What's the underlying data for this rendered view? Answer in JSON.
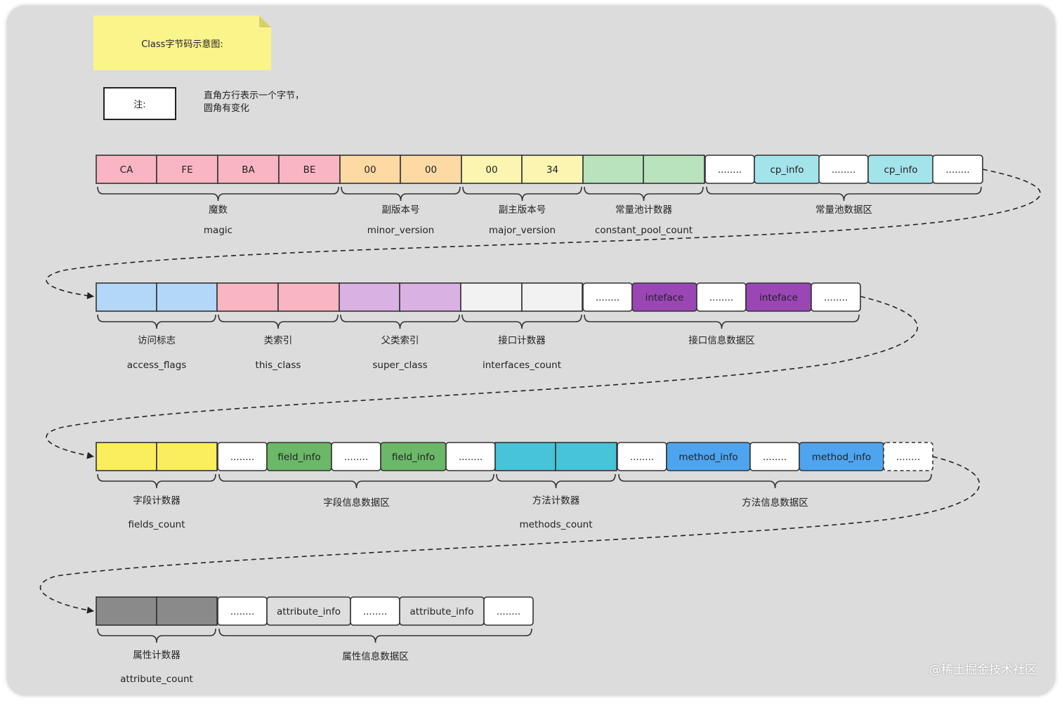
{
  "sticky_note": "Class字节码示意图:",
  "legend": {
    "box_label": "注:",
    "text": "直角方行表示一个字节，圆角有变化"
  },
  "watermark": "@稀土掘金技术社区",
  "colors": {
    "background": "#dcdcdc",
    "magic": "#f9b6c2",
    "minor": "#fdd9a4",
    "major": "#fcf5b2",
    "cp_count": "#b9e3bd",
    "cp_info": "#a3e3ea",
    "access": "#b3d7f7",
    "this_class": "#f9b6c2",
    "super_class": "#d9b2e3",
    "if_count": "#f2f2f2",
    "interface": "#9a46b5",
    "fields_count": "#fbee5e",
    "field_info": "#6ab868",
    "methods_count": "#47c4d7",
    "method_info": "#4ea4ee",
    "attr_count": "#8a8a8a",
    "attribute_info": "#dedede",
    "blank": "#ffffff"
  },
  "rows": [
    {
      "cells": [
        {
          "text": "CA",
          "color": "magic"
        },
        {
          "text": "FE",
          "color": "magic"
        },
        {
          "text": "BA",
          "color": "magic"
        },
        {
          "text": "BE",
          "color": "magic"
        },
        {
          "text": "00",
          "color": "minor"
        },
        {
          "text": "00",
          "color": "minor"
        },
        {
          "text": "00",
          "color": "major"
        },
        {
          "text": "34",
          "color": "major"
        },
        {
          "text": "",
          "color": "cp_count"
        },
        {
          "text": "",
          "color": "cp_count"
        },
        {
          "text": "........",
          "color": "blank",
          "round": true
        },
        {
          "text": "cp_info",
          "color": "cp_info",
          "round": true
        },
        {
          "text": "........",
          "color": "blank",
          "round": true
        },
        {
          "text": "cp_info",
          "color": "cp_info",
          "round": true
        },
        {
          "text": "........",
          "color": "blank",
          "round": true
        }
      ],
      "groups": [
        {
          "name": "魔数",
          "field": "magic"
        },
        {
          "name": "副版本号",
          "field": "minor_version"
        },
        {
          "name": "副主版本号",
          "field": "major_version"
        },
        {
          "name": "常量池计数器",
          "field": "constant_pool_count"
        },
        {
          "name": "常量池数据区",
          "field": ""
        }
      ]
    },
    {
      "cells": [
        {
          "text": "",
          "color": "access"
        },
        {
          "text": "",
          "color": "access"
        },
        {
          "text": "",
          "color": "this_class"
        },
        {
          "text": "",
          "color": "this_class"
        },
        {
          "text": "",
          "color": "super_class"
        },
        {
          "text": "",
          "color": "super_class"
        },
        {
          "text": "",
          "color": "if_count"
        },
        {
          "text": "",
          "color": "if_count"
        },
        {
          "text": "........",
          "color": "blank",
          "round": true
        },
        {
          "text": "inteface",
          "color": "interface",
          "round": true
        },
        {
          "text": "........",
          "color": "blank",
          "round": true
        },
        {
          "text": "inteface",
          "color": "interface",
          "round": true
        },
        {
          "text": "........",
          "color": "blank",
          "round": true
        }
      ],
      "groups": [
        {
          "name": "访问标志",
          "field": "access_flags"
        },
        {
          "name": "类索引",
          "field": "this_class"
        },
        {
          "name": "父类索引",
          "field": "super_class"
        },
        {
          "name": "接口计数器",
          "field": "interfaces_count"
        },
        {
          "name": "接口信息数据区",
          "field": ""
        }
      ]
    },
    {
      "cells": [
        {
          "text": "",
          "color": "fields_count"
        },
        {
          "text": "",
          "color": "fields_count"
        },
        {
          "text": "........",
          "color": "blank",
          "round": true
        },
        {
          "text": "field_info",
          "color": "field_info",
          "round": true
        },
        {
          "text": "........",
          "color": "blank",
          "round": true
        },
        {
          "text": "field_info",
          "color": "field_info",
          "round": true
        },
        {
          "text": "........",
          "color": "blank",
          "round": true
        },
        {
          "text": "",
          "color": "methods_count"
        },
        {
          "text": "",
          "color": "methods_count"
        },
        {
          "text": "........",
          "color": "blank",
          "round": true
        },
        {
          "text": "method_info",
          "color": "method_info",
          "round": true
        },
        {
          "text": "........",
          "color": "blank",
          "round": true
        },
        {
          "text": "method_info",
          "color": "method_info",
          "round": true
        },
        {
          "text": "........",
          "color": "blank",
          "round": true,
          "dashed": true
        }
      ],
      "groups": [
        {
          "name": "字段计数器",
          "field": "fields_count"
        },
        {
          "name": "字段信息数据区",
          "field": ""
        },
        {
          "name": "方法计数器",
          "field": "methods_count"
        },
        {
          "name": "方法信息数据区",
          "field": ""
        }
      ]
    },
    {
      "cells": [
        {
          "text": "",
          "color": "attr_count"
        },
        {
          "text": "",
          "color": "attr_count"
        },
        {
          "text": "........",
          "color": "blank",
          "round": true
        },
        {
          "text": "attribute_info",
          "color": "attribute_info",
          "round": true
        },
        {
          "text": "........",
          "color": "blank",
          "round": true
        },
        {
          "text": "attribute_info",
          "color": "attribute_info",
          "round": true
        },
        {
          "text": "........",
          "color": "blank",
          "round": true
        }
      ],
      "groups": [
        {
          "name": "属性计数器",
          "field": "attribute_count"
        },
        {
          "name": "属性信息数据区",
          "field": ""
        }
      ]
    }
  ]
}
